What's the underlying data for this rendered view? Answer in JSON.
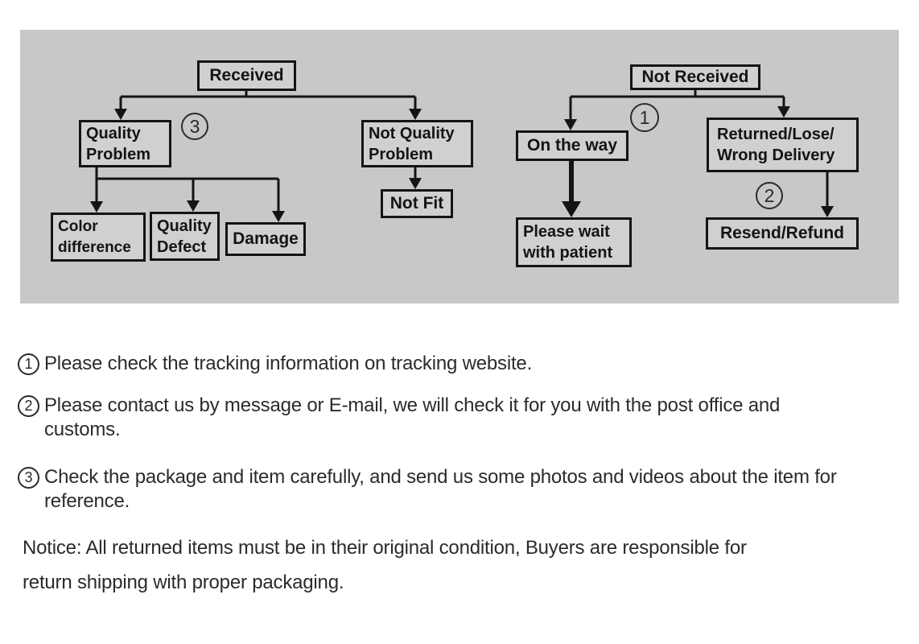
{
  "colors": {
    "panel_bg": "#c8c8c8",
    "box_fill": "#d0d0d0",
    "line_color": "#141414",
    "note_text_color": "#2b2b2b"
  },
  "flow": {
    "received": {
      "label": "Received"
    },
    "quality_problem": {
      "lines": [
        "Quality",
        "Problem"
      ]
    },
    "not_quality_problem": {
      "lines": [
        "Not Quality",
        "Problem"
      ]
    },
    "color_difference": {
      "lines": [
        "Color",
        "difference"
      ]
    },
    "quality_defect": {
      "lines": [
        "Quality",
        "Defect"
      ]
    },
    "damage": {
      "label": "Damage"
    },
    "not_fit": {
      "label": "Not Fit"
    },
    "not_received": {
      "label": "Not Received"
    },
    "on_the_way": {
      "label": "On the way"
    },
    "returned_lose": {
      "lines": [
        "Returned/Lose/",
        "Wrong Delivery"
      ]
    },
    "please_wait": {
      "lines": [
        "Please wait",
        "with patient"
      ]
    },
    "resend_refund": {
      "label": "Resend/Refund"
    },
    "markers": {
      "m1": "1",
      "m2": "2",
      "m3": "3"
    },
    "edges": [
      {
        "from": "Received",
        "to": "Quality Problem"
      },
      {
        "from": "Received",
        "to": "Not Quality Problem"
      },
      {
        "from": "Quality Problem",
        "to": "Color difference"
      },
      {
        "from": "Quality Problem",
        "to": "Quality Defect"
      },
      {
        "from": "Quality Problem",
        "to": "Damage"
      },
      {
        "from": "Not Quality Problem",
        "to": "Not Fit"
      },
      {
        "from": "Not Received",
        "to": "On the way"
      },
      {
        "from": "Not Received",
        "to": "Returned/Lose/Wrong Delivery"
      },
      {
        "from": "On the way",
        "to": "Please wait with patient"
      },
      {
        "from": "Returned/Lose/Wrong Delivery",
        "to": "Resend/Refund"
      }
    ]
  },
  "notes": [
    {
      "num": "1",
      "lines": [
        "Please check the tracking information on tracking website.",
        ""
      ]
    },
    {
      "num": "2",
      "lines": [
        "Please contact us by message or E-mail, we will check it for you with the post office and",
        "customs."
      ]
    },
    {
      "num": "3",
      "lines": [
        "Check the package and item carefully, and send us some photos and videos about the item for",
        "reference."
      ]
    }
  ],
  "notice": {
    "lines": [
      "Notice: All returned items must be in their original condition, Buyers are responsible for",
      "return shipping with proper packaging."
    ]
  }
}
